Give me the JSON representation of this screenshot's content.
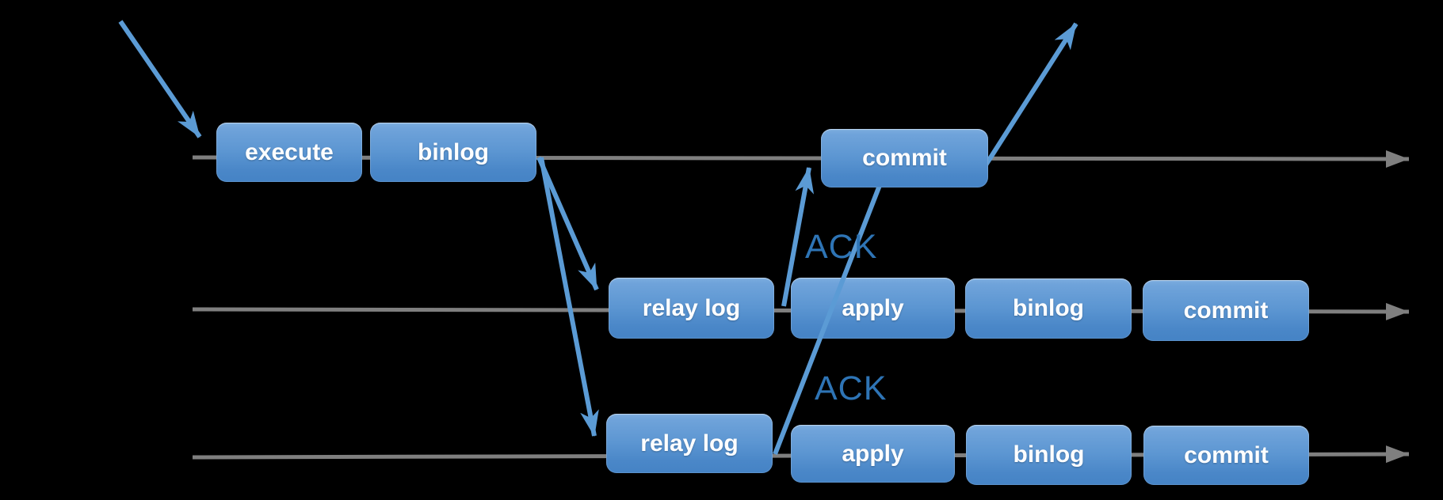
{
  "diagram": {
    "lanes": [
      {
        "nodes": [
          {
            "label": "execute"
          },
          {
            "label": "binlog"
          },
          {
            "label": "commit"
          }
        ]
      },
      {
        "nodes": [
          {
            "label": "relay log"
          },
          {
            "label": "apply"
          },
          {
            "label": "binlog"
          },
          {
            "label": "commit"
          }
        ]
      },
      {
        "nodes": [
          {
            "label": "relay log"
          },
          {
            "label": "apply"
          },
          {
            "label": "binlog"
          },
          {
            "label": "commit"
          }
        ]
      }
    ],
    "annotations": {
      "ack1": "ACK",
      "ack2": "ACK"
    },
    "colors": {
      "background": "#000000",
      "box_gradient_top": "#7BACDF",
      "box_gradient_bottom": "#4583C5",
      "box_text": "#FFFFFF",
      "timeline_gray": "#7F7F7F",
      "arrow_blue": "#5B9BD5",
      "ack_text": "#2E74B5"
    }
  }
}
